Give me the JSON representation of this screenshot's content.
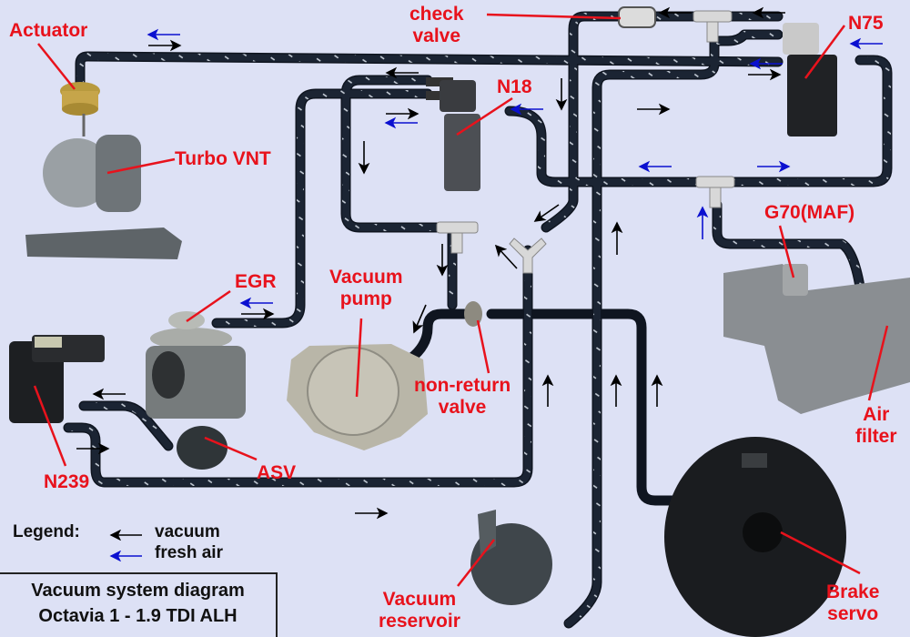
{
  "title": {
    "line1": "Vacuum system diagram",
    "line2": "Octavia 1 - 1.9 TDI ALH"
  },
  "legend": {
    "label": "Legend:",
    "items": [
      {
        "name": "vacuum",
        "color": "#000000"
      },
      {
        "name": "fresh air",
        "color": "#0b10d0"
      }
    ]
  },
  "colors": {
    "background": "#dde1f5",
    "label": "#e8121c",
    "hose": "#1b2433",
    "vacuum_arrow": "#000000",
    "fresh_air_arrow": "#0b10d0"
  },
  "components": {
    "actuator": "Actuator",
    "turbo": "Turbo VNT",
    "check_valve": [
      "check",
      "valve"
    ],
    "n75": "N75",
    "n18": "N18",
    "g70": "G70(MAF)",
    "egr": "EGR",
    "vacuum_pump": [
      "Vacuum",
      "pump"
    ],
    "non_return_valve": [
      "non-return",
      "valve"
    ],
    "n239": "N239",
    "asv": "ASV",
    "air_filter": [
      "Air",
      "filter"
    ],
    "vacuum_reservoir": [
      "Vacuum",
      "reservoir"
    ],
    "brake_servo": [
      "Brake",
      "servo"
    ]
  }
}
